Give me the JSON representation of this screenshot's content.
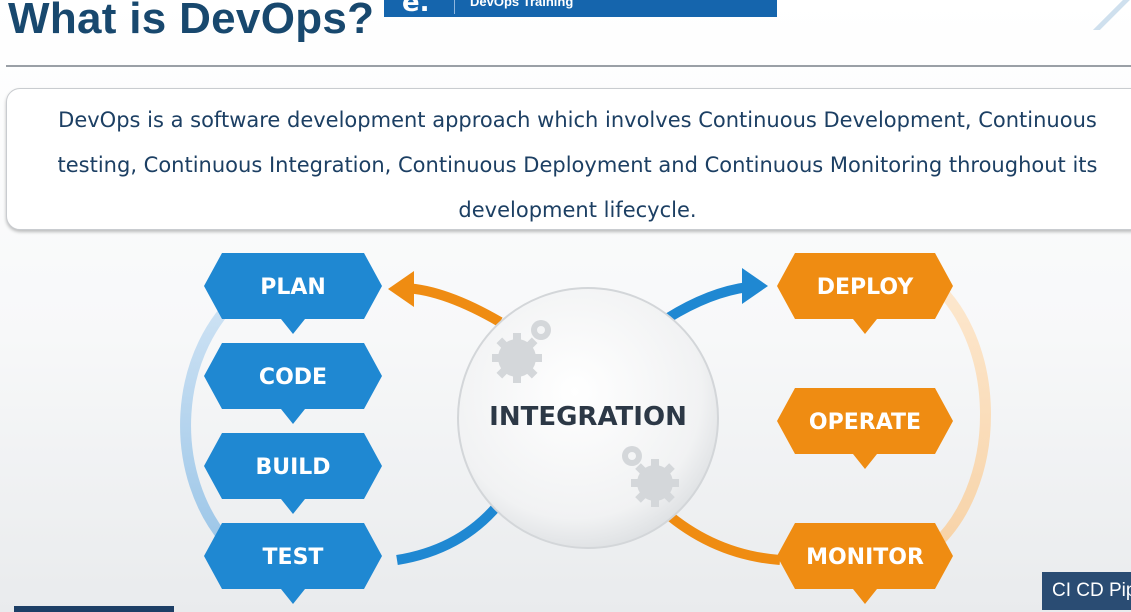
{
  "page": {
    "title": "What is DevOps?",
    "brand_banner": {
      "logo": "e.",
      "course": "DevOps Training"
    },
    "definition": "DevOps is a software development approach which involves Continuous Development, Continuous testing, Continuous Integration, Continuous Deployment and Continuous Monitoring throughout its development lifecycle.",
    "bottom_tag": "CI CD Pip"
  },
  "diagram": {
    "center": "INTEGRATION",
    "left_stages": [
      "PLAN",
      "CODE",
      "BUILD",
      "TEST"
    ],
    "right_stages": [
      "DEPLOY",
      "OPERATE",
      "MONITOR"
    ],
    "colors": {
      "left": "#1f88d2",
      "right": "#ef8c12",
      "center_text": "#2c3846",
      "title": "#18486e"
    },
    "icons": [
      "gears-icon-top",
      "gears-icon-bottom",
      "arrow-left-icon",
      "arrow-right-icon"
    ]
  }
}
